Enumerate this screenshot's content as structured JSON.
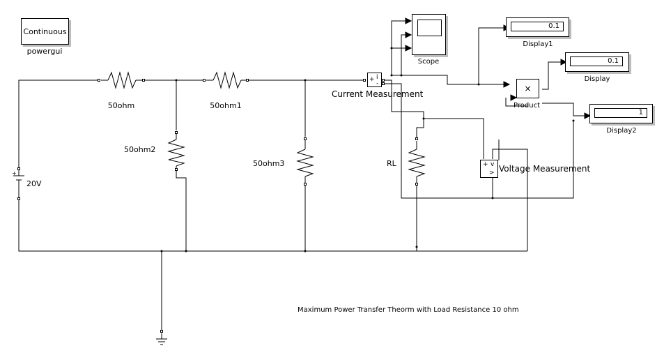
{
  "powergui": {
    "block_text": "Continuous",
    "label": "powergui"
  },
  "source": {
    "label": "20V"
  },
  "resistors": {
    "r1": "50ohm",
    "r2": "50ohm1",
    "r3": "50ohm2",
    "r4": "50ohm3",
    "rl": "RL"
  },
  "current_measurement": {
    "label": "Current Measurement",
    "plus": "+",
    "minus": "-",
    "out": "i"
  },
  "voltage_measurement": {
    "label": "Voltage Measurement",
    "plus": "+",
    "minus": ">",
    "out": "v"
  },
  "scope": {
    "label": "Scope"
  },
  "product": {
    "label": "Product",
    "symbol": "×"
  },
  "displays": {
    "display1": {
      "label": "Display1",
      "value": "0.1"
    },
    "display": {
      "label": "Display",
      "value": "0.1"
    },
    "display2": {
      "label": "Display2",
      "value": "1"
    }
  },
  "caption": "Maximum Power Transfer Theorm with Load Resistance 10 ohm"
}
